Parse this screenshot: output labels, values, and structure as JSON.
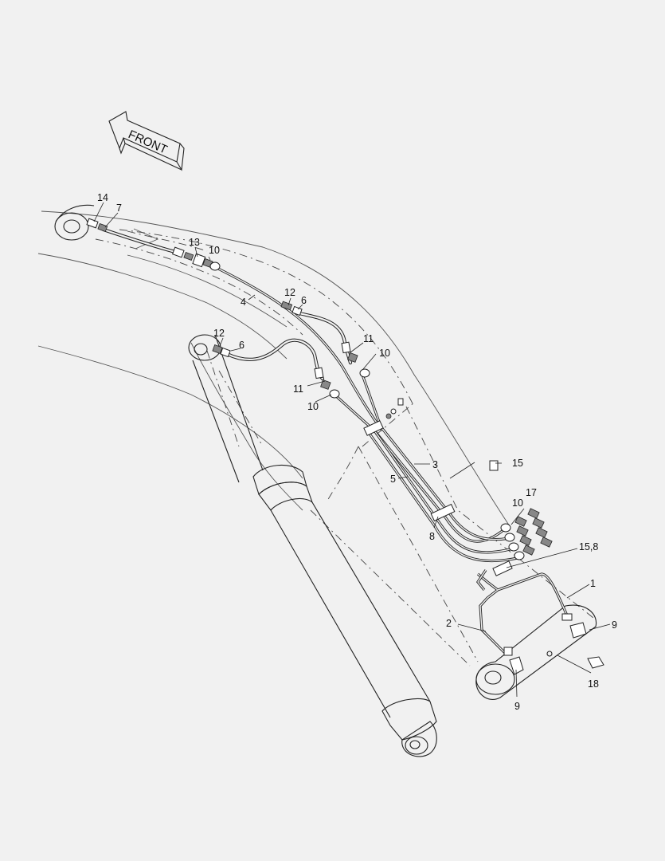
{
  "front_label": "FRONT",
  "callouts": [
    {
      "id": "c14a",
      "text": "14"
    },
    {
      "id": "c7",
      "text": "7"
    },
    {
      "id": "c13",
      "text": "13"
    },
    {
      "id": "c10a",
      "text": "10"
    },
    {
      "id": "c4",
      "text": "4"
    },
    {
      "id": "c12a",
      "text": "12"
    },
    {
      "id": "c6a",
      "text": "6"
    },
    {
      "id": "c12b",
      "text": "12"
    },
    {
      "id": "c6b",
      "text": "6"
    },
    {
      "id": "c11a",
      "text": "11"
    },
    {
      "id": "c10b",
      "text": "10"
    },
    {
      "id": "c11b",
      "text": "11"
    },
    {
      "id": "c10c",
      "text": "10"
    },
    {
      "id": "c3",
      "text": "3"
    },
    {
      "id": "c5",
      "text": "5"
    },
    {
      "id": "c15",
      "text": "15"
    },
    {
      "id": "c17",
      "text": "17"
    },
    {
      "id": "c10d",
      "text": "10"
    },
    {
      "id": "c8",
      "text": "8"
    },
    {
      "id": "c158",
      "text": "15,8"
    },
    {
      "id": "c1",
      "text": "1"
    },
    {
      "id": "c2",
      "text": "2"
    },
    {
      "id": "c9a",
      "text": "9"
    },
    {
      "id": "c18",
      "text": "18"
    },
    {
      "id": "c9b",
      "text": "9"
    }
  ]
}
